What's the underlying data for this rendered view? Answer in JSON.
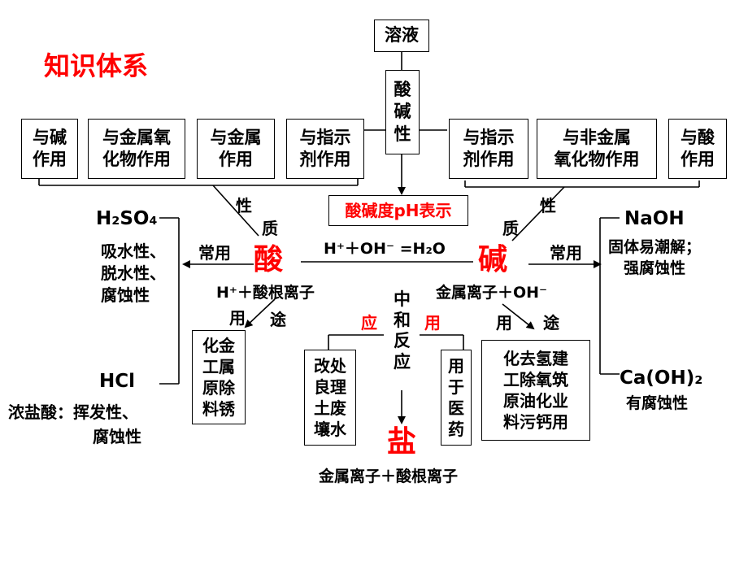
{
  "title": "知识体系",
  "top": {
    "solution": "溶液",
    "acid_base": "酸\n碱\n性",
    "ph": "酸碱度pH表示"
  },
  "acid_props": {
    "base": "与碱\n作用",
    "metal_oxide": "与金属氧\n化物作用",
    "metal": "与金属\n作用",
    "indicator": "与指示\n剂作用"
  },
  "base_props": {
    "indicator": "与指示\n剂作用",
    "nonmetal_oxide": "与非金属\n氧化物作用",
    "acid": "与酸\n作用"
  },
  "acid": {
    "label": "酸",
    "property_char_1": "性",
    "property_char_2": "质",
    "common": "常用",
    "ion": "H⁺＋酸根离子",
    "use_1": "用",
    "use_2": "途",
    "uses_box": "化金\n工属\n原除\n料锈"
  },
  "base": {
    "label": "碱",
    "property_char_1": "性",
    "property_char_2": "质",
    "common": "常用",
    "ion": "金属离子＋OH⁻",
    "use_1": "用",
    "use_2": "途",
    "uses_box": "化去氢建\n工除氧筑\n原油化业\n料污钙用"
  },
  "equation": "H⁺＋OH⁻ =H₂O",
  "neutralization": {
    "label": "中\n和\n反\n应",
    "app_1": "应",
    "app_2": "用",
    "left_box": "改处\n良理\n土废\n壤水",
    "right_box": "用\n于\n医\n药"
  },
  "salt": {
    "label": "盐",
    "ion": "金属离子＋酸根离子"
  },
  "h2so4": {
    "formula": "H₂SO₄",
    "props": "吸水性、\n脱水性、\n腐蚀性"
  },
  "hcl": {
    "formula": "HCl",
    "props_1": "浓盐酸：挥发性、",
    "props_2": "腐蚀性"
  },
  "naoh": {
    "formula": "NaOH",
    "props": "固体易潮解；\n强腐蚀性"
  },
  "caoh2": {
    "formula": "Ca(OH)₂",
    "props": "有腐蚀性"
  },
  "colors": {
    "accent": "#ff0000",
    "line": "#000000",
    "text": "#000000"
  }
}
